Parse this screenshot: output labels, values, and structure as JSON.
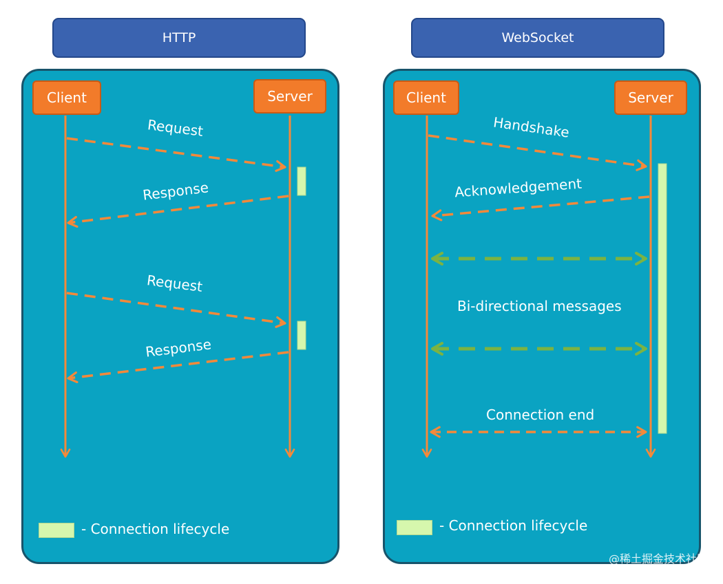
{
  "http": {
    "title": "HTTP",
    "client": "Client",
    "server": "Server",
    "messages": [
      "Request",
      "Response",
      "Request",
      "Response"
    ],
    "legend": "- Connection lifecycle"
  },
  "websocket": {
    "title": "WebSocket",
    "client": "Client",
    "server": "Server",
    "messages": [
      "Handshake",
      "Acknowledgement",
      "Bi-directional messages",
      "Connection end"
    ],
    "legend": "- Connection lifecycle"
  },
  "watermark": "@稀土掘金技术社区",
  "colors": {
    "panel": "#0aa3c2",
    "title_box": "#3a63b0",
    "actor": "#f27b2a",
    "arrow_orange": "#f4893a",
    "arrow_green": "#7cb342",
    "lifecycle": "#d6f7ad"
  }
}
